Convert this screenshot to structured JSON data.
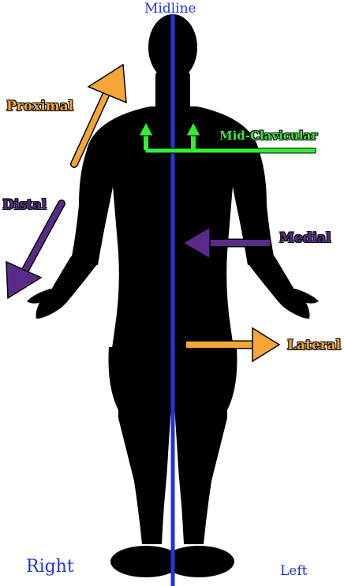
{
  "labels": {
    "midline": "Midline",
    "proximal": "Proximal",
    "distal": "Distal",
    "mid_clavicular": "Mid-Clavicular",
    "medial": "Medial",
    "lateral": "Lateral",
    "right": "Right",
    "left": "Left"
  },
  "colors": {
    "silhouette": "#000000",
    "midline": "#2233dd",
    "proximal_lateral": "#f5a636",
    "distal_medial": "#5a2a8a",
    "mid_clavicular": "#33ee33"
  }
}
